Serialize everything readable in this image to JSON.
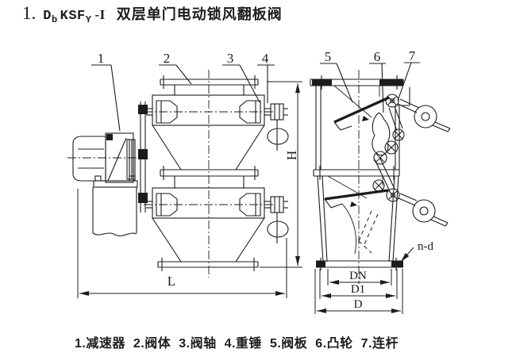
{
  "title": {
    "index": "1.",
    "model": {
      "d": "D",
      "d_sub": "b",
      "ksf": "KSF",
      "ksf_sub": "Y",
      "suffix": "-I"
    },
    "name_cn": "双层单门电动锁风翻板阀"
  },
  "views": {
    "front": {
      "callouts": [
        {
          "num": "1"
        },
        {
          "num": "2"
        },
        {
          "num": "3"
        },
        {
          "num": "4"
        }
      ],
      "dims": {
        "height": "H",
        "length": "L"
      }
    },
    "section": {
      "callouts": [
        {
          "num": "5"
        },
        {
          "num": "6"
        },
        {
          "num": "7"
        }
      ],
      "dims": {
        "bore": "DN",
        "bolt_circle": "D1",
        "outer": "D",
        "bolt_holes": "n-d"
      }
    }
  },
  "legend": {
    "items": [
      {
        "label": "1.减速器"
      },
      {
        "label": "2.阀体"
      },
      {
        "label": "3.阀轴"
      },
      {
        "label": "4.重锤"
      },
      {
        "label": "5.阀板"
      },
      {
        "label": "6.凸轮"
      },
      {
        "label": "7.连杆"
      }
    ]
  }
}
